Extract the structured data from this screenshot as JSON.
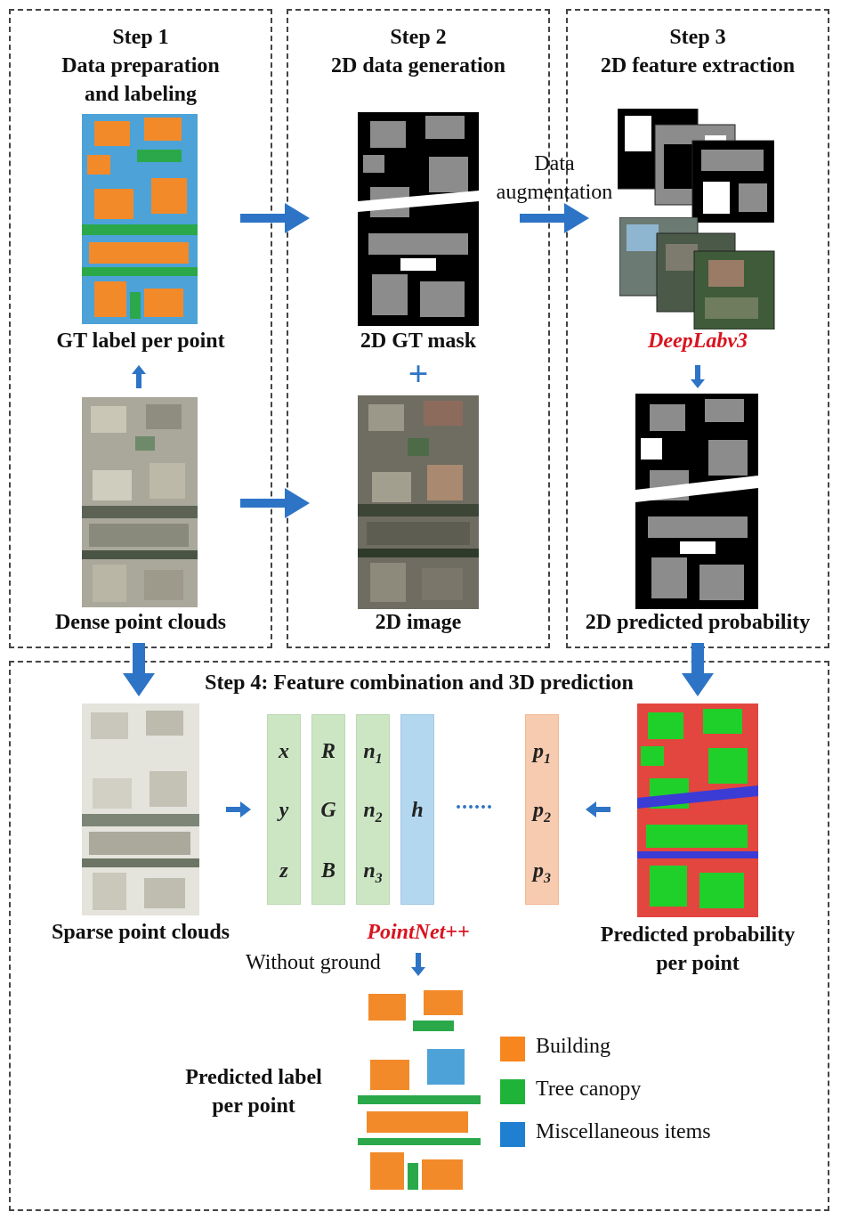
{
  "step1": {
    "title_line1": "Step 1",
    "title_line2": "Data preparation",
    "title_line3": "and labeling",
    "gt_label": "GT label per point",
    "dense_label": "Dense point clouds"
  },
  "step2": {
    "title_line1": "Step 2",
    "title_line2": "2D data generation",
    "mask_label": "2D GT mask",
    "plus": "+",
    "image_label": "2D image"
  },
  "step3": {
    "title_line1": "Step 3",
    "title_line2": "2D feature extraction",
    "aug_line1": "Data",
    "aug_line2": "augmentation",
    "model": "DeepLabv3",
    "pred_label": "2D predicted probability"
  },
  "step4": {
    "title": "Step 4: Feature combination and 3D prediction",
    "sparse_label": "Sparse point clouds",
    "model": "PointNet++",
    "without_ground": "Without ground",
    "prob_label_line1": "Predicted probability",
    "prob_label_line2": "per point",
    "result_label_line1": "Predicted label",
    "result_label_line2": "per point",
    "dots": "......",
    "features": {
      "col1": [
        "x",
        "y",
        "z"
      ],
      "col2": [
        "R",
        "G",
        "B"
      ],
      "col3": [
        "n",
        "n",
        "n"
      ],
      "col3_sub": [
        "1",
        "2",
        "3"
      ],
      "col4": [
        "h"
      ],
      "col5": [
        "p",
        "p",
        "p"
      ],
      "col5_sub": [
        "1",
        "2",
        "3"
      ]
    }
  },
  "legend": [
    {
      "name": "Building",
      "color": "#f7861f"
    },
    {
      "name": "Tree canopy",
      "color": "#1fb33a"
    },
    {
      "name": "Miscellaneous items",
      "color": "#1f7fd0"
    }
  ],
  "colors": {
    "arrow": "#2d74c6",
    "red_text": "#d9141f",
    "feature_green": "#cce6c4",
    "feature_blue": "#b4d7f0",
    "feature_orange": "#f7cbb0"
  }
}
